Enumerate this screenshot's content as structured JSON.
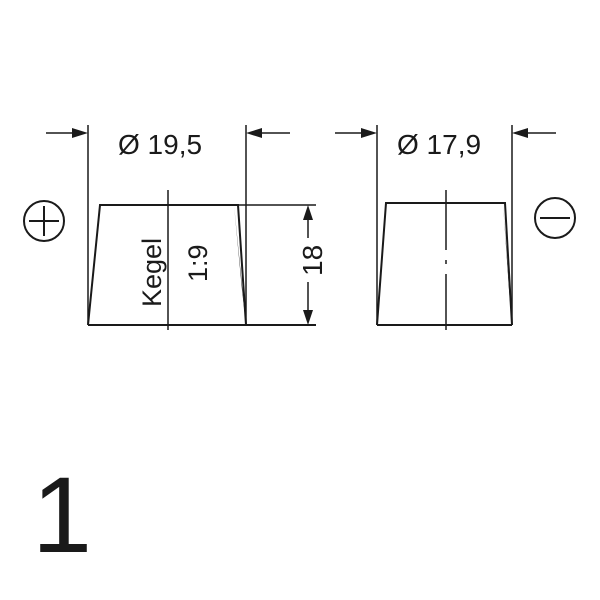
{
  "diagram": {
    "positive_terminal": {
      "diameter_label": "Ø 19,5",
      "taper_word": "Kegel",
      "taper_ratio": "1:9",
      "height_label": "18"
    },
    "negative_terminal": {
      "diameter_label": "Ø 17,9"
    },
    "plus_symbol": "plus-circle",
    "minus_symbol": "minus-circle",
    "layout_number": "1",
    "stroke_color": "#1a1a1a"
  }
}
